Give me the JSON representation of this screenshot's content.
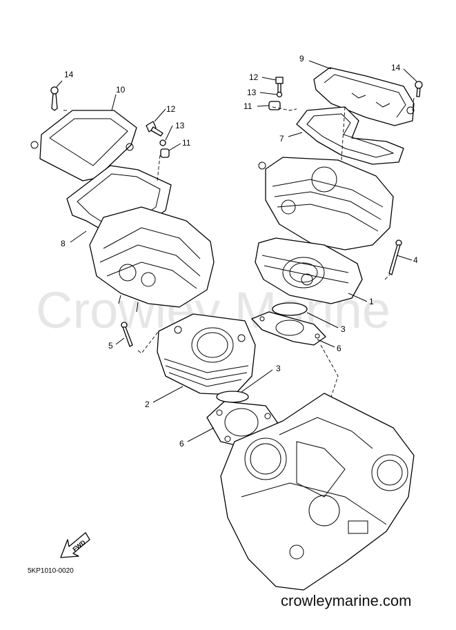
{
  "watermark": "Crowley Marine",
  "diagram_code": "5KP1010-0020",
  "website": "crowleymarine.com",
  "fwd_label": "FWD",
  "callouts": {
    "c14a": "14",
    "c10": "10",
    "c12a": "12",
    "c13a": "13",
    "c11a": "11",
    "c8": "8",
    "c5": "5",
    "c2": "2",
    "c6a": "6",
    "c3a": "3",
    "c9": "9",
    "c14b": "14",
    "c12b": "12",
    "c13b": "13",
    "c11b": "11",
    "c7": "7",
    "c4": "4",
    "c1": "1",
    "c3b": "3",
    "c6b": "6"
  }
}
